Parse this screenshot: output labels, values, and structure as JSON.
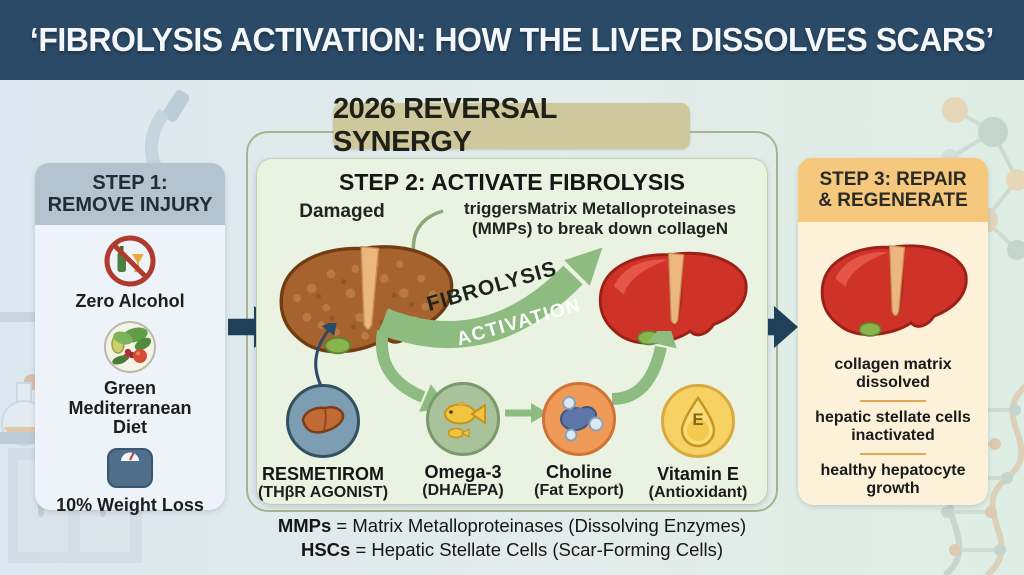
{
  "banner": {
    "title": "‘FIBROLYSIS ACTIVATION: HOW THE LIVER DISSOLVES SCARS’"
  },
  "synergy_badge": "2026 REVERSAL SYNERGY",
  "step1": {
    "title_line1": "STEP 1:",
    "title_line2": "REMOVE INJURY",
    "items": [
      {
        "icon": "no-alcohol-icon",
        "label": "Zero Alcohol"
      },
      {
        "icon": "mediterranean-diet-icon",
        "label": "Green Mediterranean Diet"
      },
      {
        "icon": "weight-scale-icon",
        "label": "10% Weight Loss"
      }
    ]
  },
  "step2": {
    "title": "STEP 2: ACTIVATE FIBROLYSIS",
    "damaged_label": "Damaged",
    "trigger_line1": "triggersMatrix Metalloproteinases",
    "trigger_line2": "(MMPs) to break down collageN",
    "arrow_label_top": "FIBROLYSIS",
    "arrow_label_bottom": "ACTIVATION",
    "agents": [
      {
        "name": "RESMETIROM",
        "detail": "(THβR AGONIST)",
        "icon": "liver-icon"
      },
      {
        "name": "Omega-3",
        "detail": "(DHA/EPA)",
        "icon": "fish-icon"
      },
      {
        "name": "Choline",
        "detail": "(Fat Export)",
        "icon": "choline-molecule-icon"
      },
      {
        "name": "Vitamin E",
        "detail": "(Antioxidant)",
        "icon": "vitamin-e-droplet-icon",
        "droplet_letter": "E"
      }
    ]
  },
  "step3": {
    "title_line1": "STEP 3: REPAIR",
    "title_line2": "& REGENERATE",
    "outcomes": [
      "collagen matrix dissolved",
      "hepatic stellate cells inactivated",
      "healthy hepatocyte growth"
    ]
  },
  "legend": {
    "mmps_abbr": "MMPs",
    "mmps_def": " = Matrix Metalloproteinases (Dissolving Enzymes)",
    "hscs_abbr": "HSCs",
    "hscs_def": " = Hepatic Stellate Cells (Scar-Forming Cells)"
  },
  "colors": {
    "banner_navy": "#2b4a67",
    "step1_header": "#b3c3d0",
    "step2_panel": "#eaf2e1",
    "step3_header": "#f6c87e",
    "step3_body": "#fdf2d9",
    "synergy_badge": "#cfc89c",
    "green_arrow": "#8dbb80",
    "navy_arrow": "#1e4159",
    "damaged_liver": "#a7632e",
    "healthy_liver": "#cf3227"
  }
}
